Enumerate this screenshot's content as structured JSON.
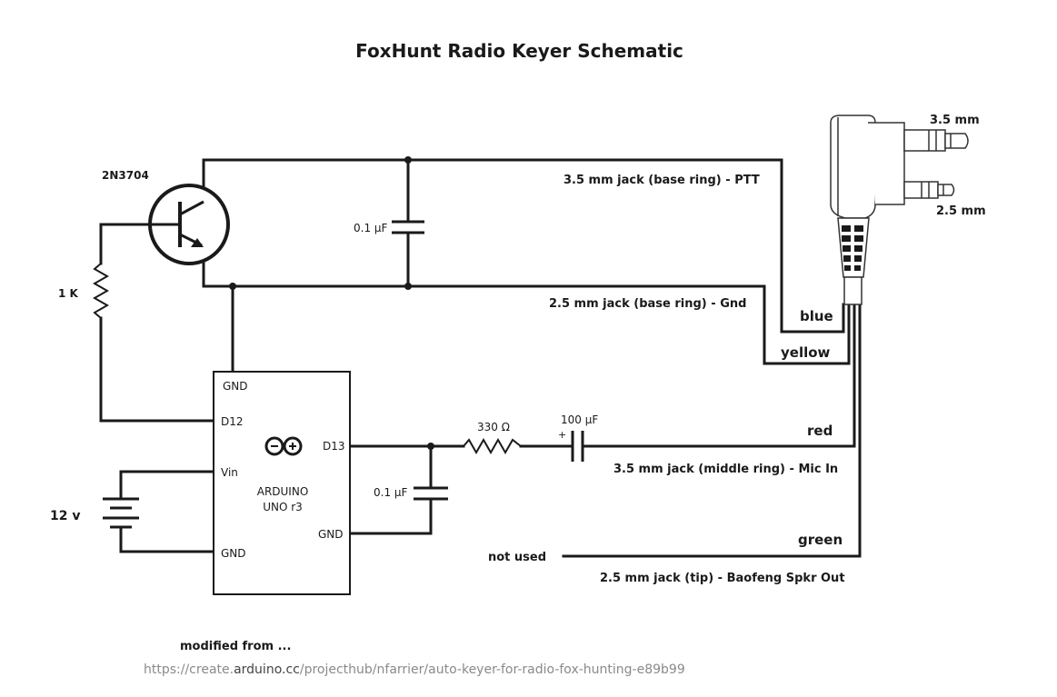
{
  "title": "FoxHunt Radio Keyer Schematic",
  "components": {
    "transistor": "2N3704",
    "resistor_1": "1 K",
    "cap_top": "0.1 µF",
    "cap_bottom": "0.1 µF",
    "resistor_2": "330 Ω",
    "cap_electrolytic": "100 µF",
    "cap_plus": "+",
    "battery": "12 v"
  },
  "arduino": {
    "name_line1": "ARDUINO",
    "name_line2": "UNO r3",
    "pin_gnd_top": "GND",
    "pin_d12": "D12",
    "pin_vin": "Vin",
    "pin_gnd_bottom_left": "GND",
    "pin_d13": "D13",
    "pin_gnd_right": "GND",
    "logo_icon": "arduino-infinity-icon"
  },
  "connections": {
    "ptt": "3.5 mm jack (base ring) - PTT",
    "gnd": "2.5 mm jack (base ring) - Gnd",
    "mic": "3.5 mm jack (middle ring) - Mic In",
    "spkr": "2.5 mm jack (tip) - Baofeng Spkr Out",
    "not_used": "not used"
  },
  "wire_colors": {
    "blue": "blue",
    "yellow": "yellow",
    "red": "red",
    "green": "green"
  },
  "plug": {
    "label_35": "3.5 mm",
    "label_25": "2.5 mm",
    "icon": "dual-plug-connector-icon"
  },
  "footer": {
    "modified": "modified from ...",
    "url_prefix": "https://create.",
    "url_domain": "arduino.cc",
    "url_path": "/projecthub/nfarrier/auto-keyer-for-radio-fox-hunting-e89b99"
  }
}
